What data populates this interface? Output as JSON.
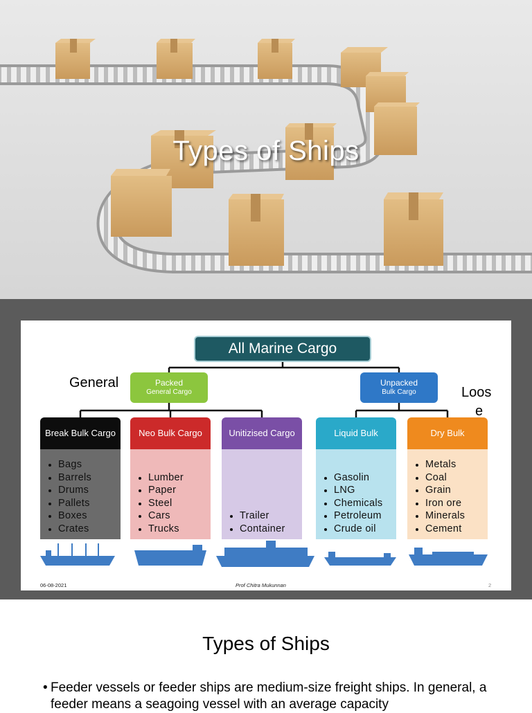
{
  "slide1": {
    "title": "Types of Ships"
  },
  "slide2": {
    "root": "All Marine Cargo",
    "packed": {
      "label": "Packed",
      "sub": "General Cargo"
    },
    "unpacked": {
      "label": "Unpacked",
      "sub": "Bulk Cargo"
    },
    "label_general": "General",
    "label_loose_1": "Loos",
    "label_loose_2": "e",
    "categories": [
      {
        "label": "Break Bulk Cargo",
        "color": "#0d0d0d",
        "list_bg": "#6b6b6b",
        "items": [
          "Bags",
          "Barrels",
          "Drums",
          "Pallets",
          "Boxes",
          "Crates"
        ]
      },
      {
        "label": "Neo Bulk Cargo",
        "color": "#cc2a2a",
        "list_bg": "#efb9b9",
        "items": [
          "Lumber",
          "Paper",
          "Steel",
          "Cars",
          "Trucks"
        ]
      },
      {
        "label": "Unitizised Cargo",
        "color": "#7a4fa6",
        "list_bg": "#d6c9e6",
        "items": [
          "Trailer",
          "Container"
        ]
      },
      {
        "label": "Liquid Bulk",
        "color": "#2aa9c9",
        "list_bg": "#b8e2ee",
        "items": [
          "Gasolin",
          "LNG",
          "Chemicals",
          "Petroleum",
          "Crude oil"
        ]
      },
      {
        "label": "Dry Bulk",
        "color": "#ef8a1e",
        "list_bg": "#fbe1c5",
        "items": [
          "Metals",
          "Coal",
          "Grain",
          "Iron ore",
          "Minerals",
          "Cement"
        ]
      }
    ],
    "footer_date": "06-08-2021",
    "footer_author": "Prof Chitra Mukunnan",
    "footer_page": "2",
    "ship_color": "#3f7cc4"
  },
  "slide3": {
    "title": "Types of Ships",
    "bullet": "Feeder vessels or feeder ships are medium-size freight ships. In general, a feeder means a seagoing vessel with an average capacity"
  }
}
